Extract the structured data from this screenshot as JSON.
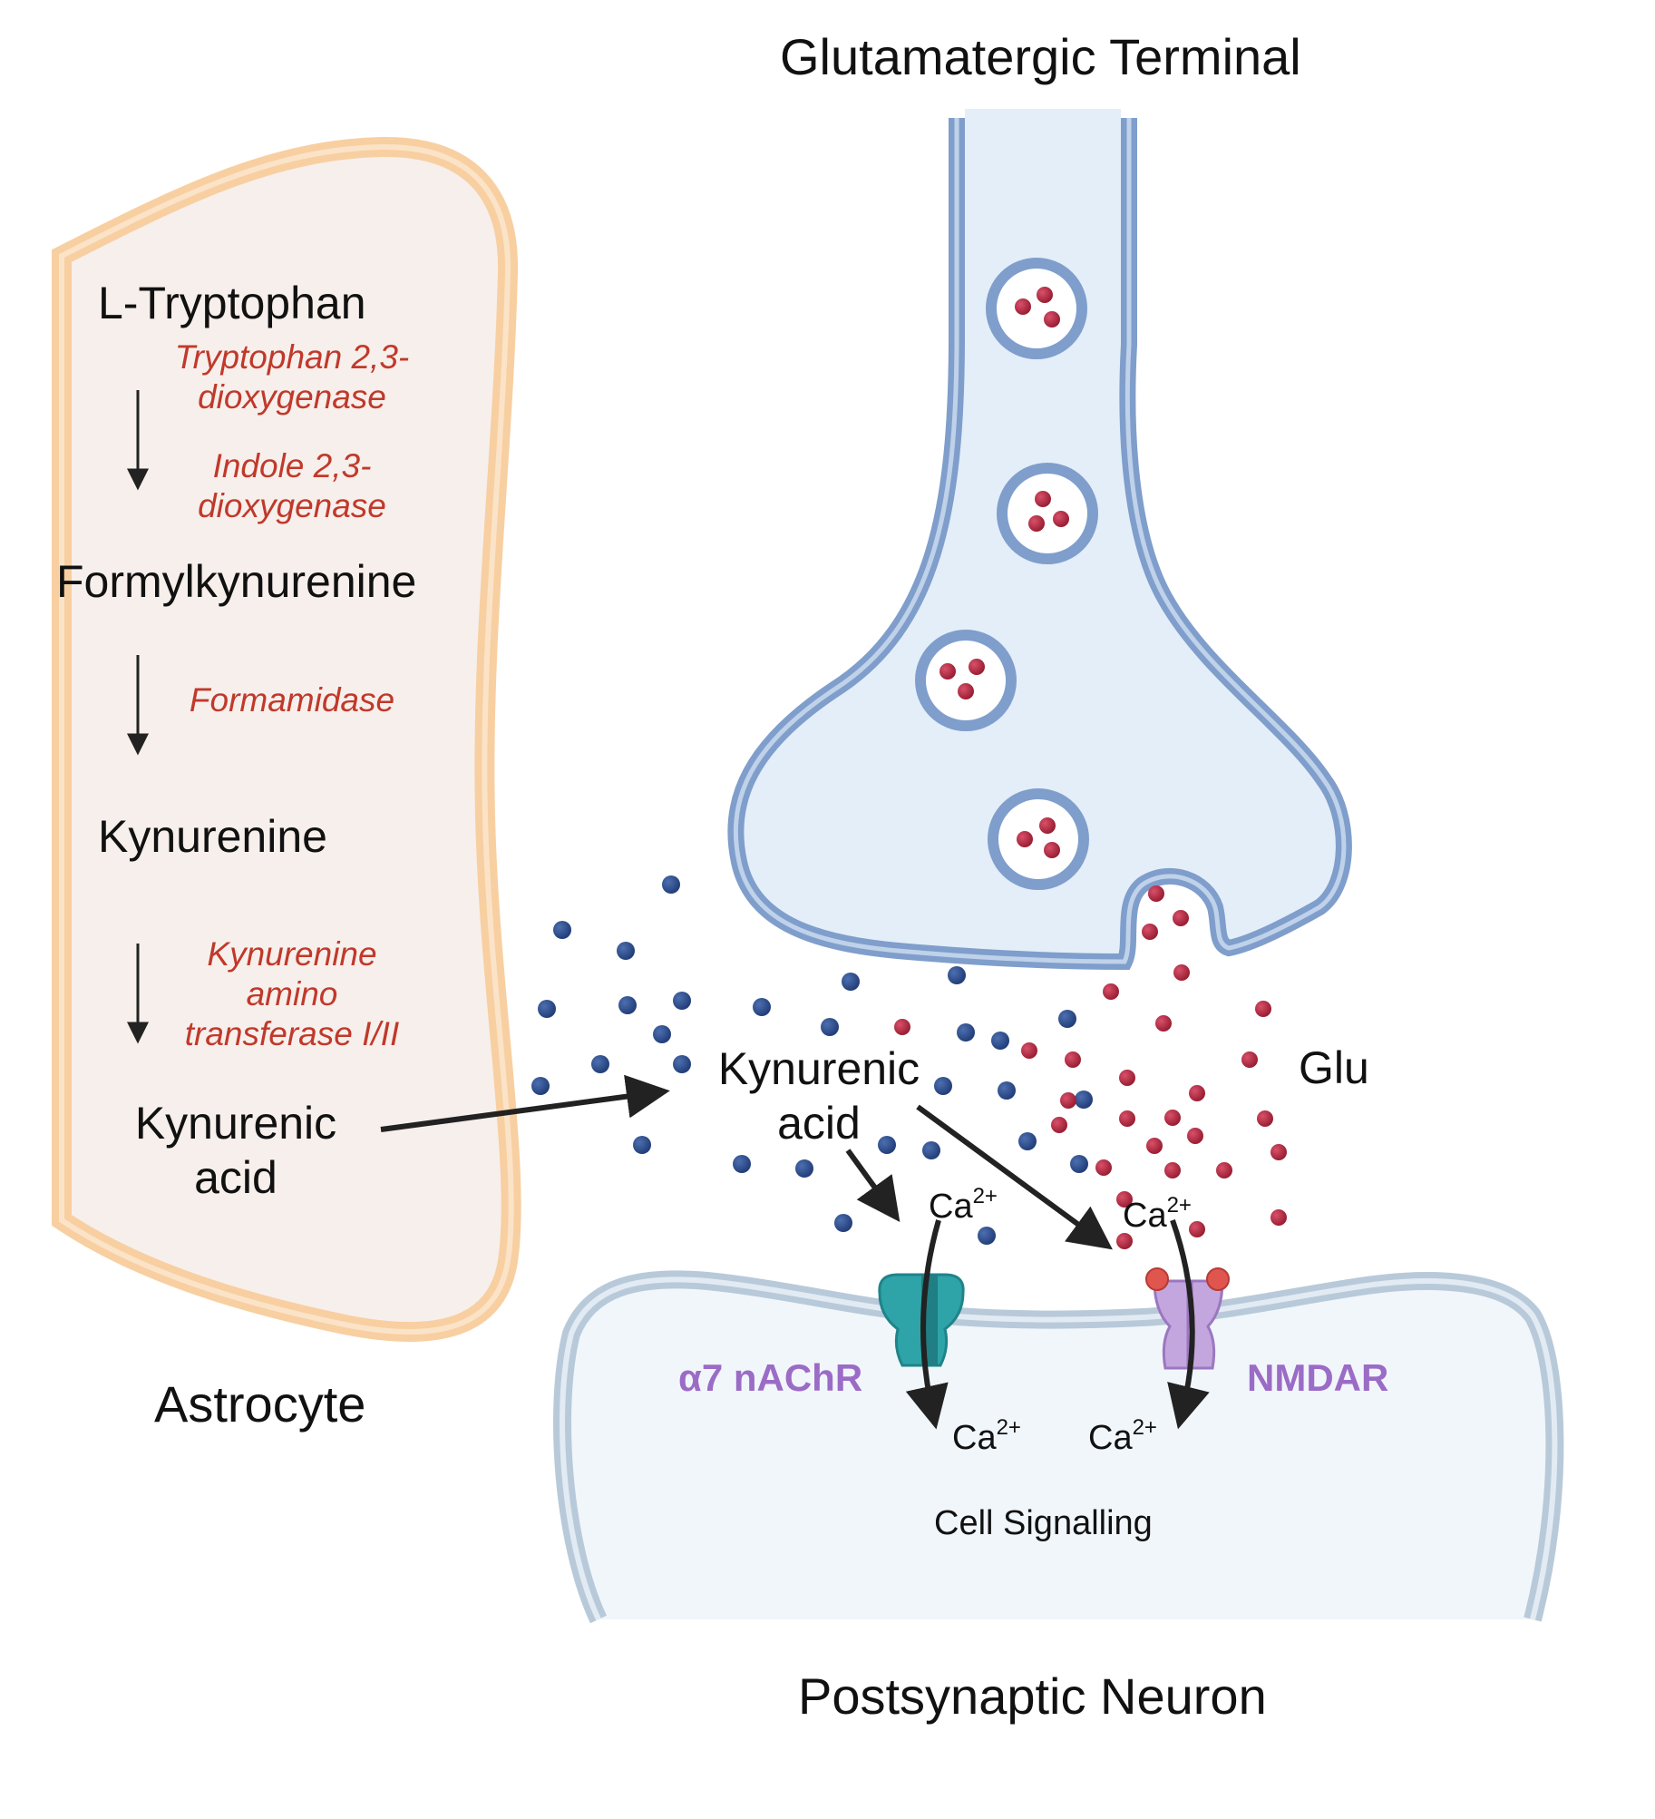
{
  "title_top": "Glutamatergic Terminal",
  "title_bottom": "Postsynaptic Neuron",
  "astrocyte_label": "Astrocyte",
  "pathway": {
    "step1": "L-Tryptophan",
    "enzyme1a": "Tryptophan 2,3-",
    "enzyme1b": "dioxygenase",
    "enzyme2a": "Indole 2,3-",
    "enzyme2b": "dioxygenase",
    "step2": "Formylkynurenine",
    "enzyme3": "Formamidase",
    "step3": "Kynurenine",
    "enzyme4a": "Kynurenine",
    "enzyme4b": "amino",
    "enzyme4c": "transferase I/II",
    "step4a": "Kynurenic",
    "step4b": "acid"
  },
  "cleft": {
    "kyna_a": "Kynurenic",
    "kyna_b": "acid",
    "glu": "Glu"
  },
  "calcium": {
    "symbol": "Ca",
    "charge": "2+"
  },
  "receptors": {
    "nachr": "α7 nAChR",
    "nmdar": "NMDAR"
  },
  "signalling": "Cell Signalling",
  "colors": {
    "astro_fill": "#f7efeb",
    "astro_outline": "#f8cfa1",
    "terminal_fill": "#e3eef9",
    "terminal_outline": "#7f9ecb",
    "neuron_fill": "#f1f6fb",
    "neuron_outline": "#b8cad9",
    "kyna_dot": "#2e4f90",
    "glu_dot": "#a8273a",
    "nachr": "#2ea3a8",
    "nmdar": "#c3a6dd",
    "enzyme_text": "#c0392b"
  }
}
